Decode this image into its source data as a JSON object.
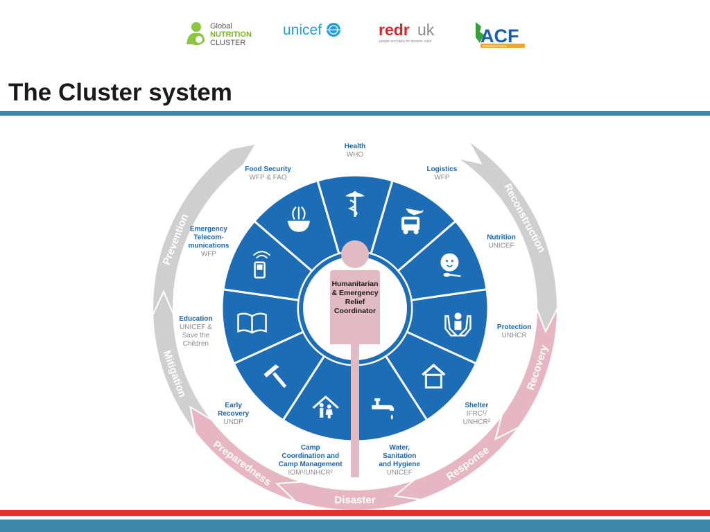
{
  "logos": {
    "gnc": {
      "line1": "Global",
      "line2": "NUTRITION",
      "line3": "CLUSTER"
    },
    "unicef": "unicef",
    "redr": {
      "main": "redr",
      "suffix": "uk",
      "tagline": "people and skills for disaster relief"
    },
    "acf": {
      "main": "ACF",
      "sub": "INTERNATIONAL"
    }
  },
  "page_title": "The Cluster system",
  "center": {
    "lines": [
      "Humanitarian",
      "& Emergency",
      "Relief",
      "Coordinator"
    ]
  },
  "clusters": [
    {
      "name": [
        "Health"
      ],
      "lead": [
        "WHO"
      ],
      "icon": "caduceus-icon"
    },
    {
      "name": [
        "Logistics"
      ],
      "lead": [
        "WFP"
      ],
      "icon": "truck-plane-icon"
    },
    {
      "name": [
        "Nutrition"
      ],
      "lead": [
        "UNICEF"
      ],
      "icon": "baby-spoon-icon"
    },
    {
      "name": [
        "Protection"
      ],
      "lead": [
        "UNHCR"
      ],
      "icon": "protecting-hands-icon"
    },
    {
      "name": [
        "Shelter"
      ],
      "lead": [
        "IFRC¹/",
        "UNHCR²"
      ],
      "icon": "house-icon"
    },
    {
      "name": [
        "Water,",
        "Sanitation",
        "and Hygiene"
      ],
      "lead": [
        "UNICEF"
      ],
      "icon": "water-tap-icon"
    },
    {
      "name": [
        "Camp",
        "Coordination and",
        "Camp Management"
      ],
      "lead": [
        "IOM¹/UNHCR²"
      ],
      "icon": "family-shelter-icon"
    },
    {
      "name": [
        "Early",
        "Recovery"
      ],
      "lead": [
        "UNDP"
      ],
      "icon": "hammer-icon"
    },
    {
      "name": [
        "Education"
      ],
      "lead": [
        "UNICEF &",
        "Save the",
        "Children"
      ],
      "icon": "book-icon"
    },
    {
      "name": [
        "Emergency",
        "Telecom-",
        "munications"
      ],
      "lead": [
        "WFP"
      ],
      "icon": "mobile-phone-icon"
    },
    {
      "name": [
        "Food Security"
      ],
      "lead": [
        "WFP & FAO"
      ],
      "icon": "food-bowl-icon"
    }
  ],
  "cycle": {
    "disaster": "Disaster",
    "response": "Response",
    "recovery": "Recovery",
    "reconstruction": "Reconstruction",
    "prevention": "Prevention",
    "mitigation": "Mitigation",
    "preparedness": "Preparedness"
  },
  "colors": {
    "wheel_blue": "#1c6db5",
    "label_blue": "#1d67a8",
    "lead_gray": "#8c8c8c",
    "figure_pink": "#e2bac4",
    "arrow_gray": "#cfcfcf",
    "arrow_pink": "#e6b7c2",
    "rule_blue": "#3d86a8",
    "rule_red": "#e1332c"
  }
}
